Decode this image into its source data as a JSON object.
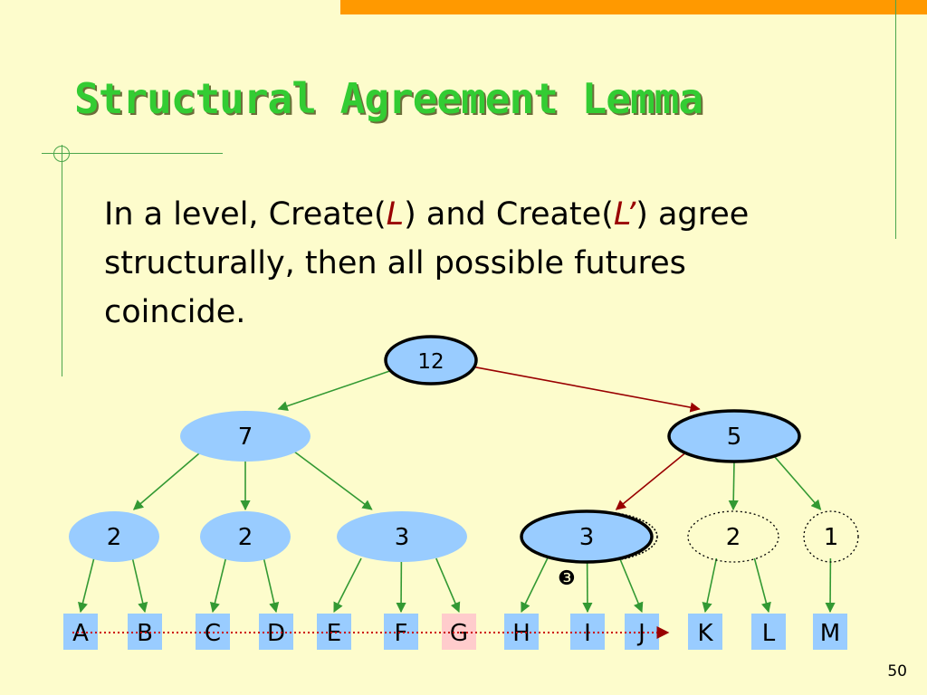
{
  "slide": {
    "title": "Structural Agreement Lemma",
    "lemma": {
      "part1": "In a level, Create(",
      "var1": "L",
      "part2": ") and Create(",
      "var2": "L’",
      "part3": ") agree structurally, then all possible futures coincide."
    },
    "page_number": "50"
  },
  "colors": {
    "background": "#fdfccc",
    "accent": "#ff9900",
    "title": "#33cc33",
    "node_fill": "#99ccff",
    "leaf_highlight": "#ffcccc",
    "edge_green": "#339933",
    "edge_red": "#990000"
  },
  "tree": {
    "nodes": [
      {
        "id": "n12",
        "label": "12",
        "style": "bold"
      },
      {
        "id": "n7",
        "label": "7",
        "style": "filled"
      },
      {
        "id": "n5",
        "label": "5",
        "style": "bold"
      },
      {
        "id": "n2a",
        "label": "2",
        "style": "filled"
      },
      {
        "id": "n2b",
        "label": "2",
        "style": "filled"
      },
      {
        "id": "n3a",
        "label": "3",
        "style": "filled"
      },
      {
        "id": "n3b",
        "label": "3",
        "style": "bold-stacked"
      },
      {
        "id": "n2c",
        "label": "2",
        "style": "dotted"
      },
      {
        "id": "n1",
        "label": "1",
        "style": "dotted"
      }
    ],
    "leaves": [
      {
        "label": "A",
        "highlight": false
      },
      {
        "label": "B",
        "highlight": false
      },
      {
        "label": "C",
        "highlight": false
      },
      {
        "label": "D",
        "highlight": false
      },
      {
        "label": "E",
        "highlight": false
      },
      {
        "label": "F",
        "highlight": false
      },
      {
        "label": "G",
        "highlight": true
      },
      {
        "label": "H",
        "highlight": false
      },
      {
        "label": "I",
        "highlight": false
      },
      {
        "label": "J",
        "highlight": false
      },
      {
        "label": "K",
        "highlight": false
      },
      {
        "label": "L",
        "highlight": false
      },
      {
        "label": "M",
        "highlight": false
      }
    ],
    "edges": [
      {
        "from": "n12",
        "to": "n7",
        "color": "green"
      },
      {
        "from": "n12",
        "to": "n5",
        "color": "red"
      },
      {
        "from": "n7",
        "to": "n2a",
        "color": "green"
      },
      {
        "from": "n7",
        "to": "n2b",
        "color": "green"
      },
      {
        "from": "n7",
        "to": "n3a",
        "color": "green"
      },
      {
        "from": "n5",
        "to": "n3b",
        "color": "red"
      },
      {
        "from": "n5",
        "to": "n2c",
        "color": "green"
      },
      {
        "from": "n5",
        "to": "n1",
        "color": "green"
      },
      {
        "from": "n2a",
        "to": "A",
        "color": "green"
      },
      {
        "from": "n2a",
        "to": "B",
        "color": "green"
      },
      {
        "from": "n2b",
        "to": "C",
        "color": "green"
      },
      {
        "from": "n2b",
        "to": "D",
        "color": "green"
      },
      {
        "from": "n3a",
        "to": "E",
        "color": "green"
      },
      {
        "from": "n3a",
        "to": "F",
        "color": "green"
      },
      {
        "from": "n3a",
        "to": "G",
        "color": "green"
      },
      {
        "from": "n3b",
        "to": "H",
        "color": "green"
      },
      {
        "from": "n3b",
        "to": "I",
        "color": "green"
      },
      {
        "from": "n3b",
        "to": "J",
        "color": "green"
      },
      {
        "from": "n2c",
        "to": "K",
        "color": "green"
      },
      {
        "from": "n2c",
        "to": "L",
        "color": "green"
      },
      {
        "from": "n1",
        "to": "M",
        "color": "green"
      }
    ],
    "step_marker": "❸"
  }
}
